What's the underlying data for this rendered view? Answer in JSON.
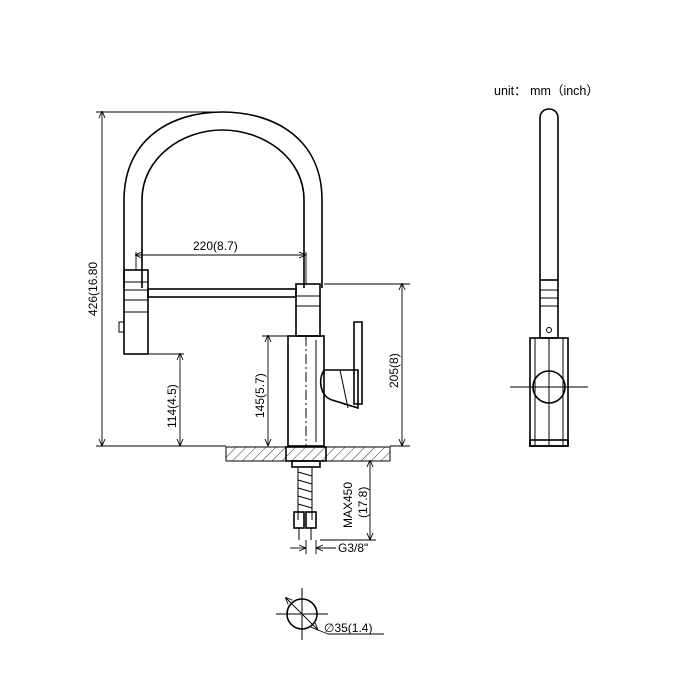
{
  "drawing": {
    "unit_label": "unit： mm（inch）",
    "dim_overall_height": "426(16.80",
    "dim_spout_reach": "220(8.7)",
    "dim_spout_height": "114(4.5)",
    "dim_body_height": "145(5.7)",
    "dim_handle_height": "205(8)",
    "dim_max_depth": "MAX450",
    "dim_max_depth_inch": "(17.8)",
    "dim_thread": "G3/8\"",
    "dim_hole_diameter": "∅35(1.4)"
  }
}
